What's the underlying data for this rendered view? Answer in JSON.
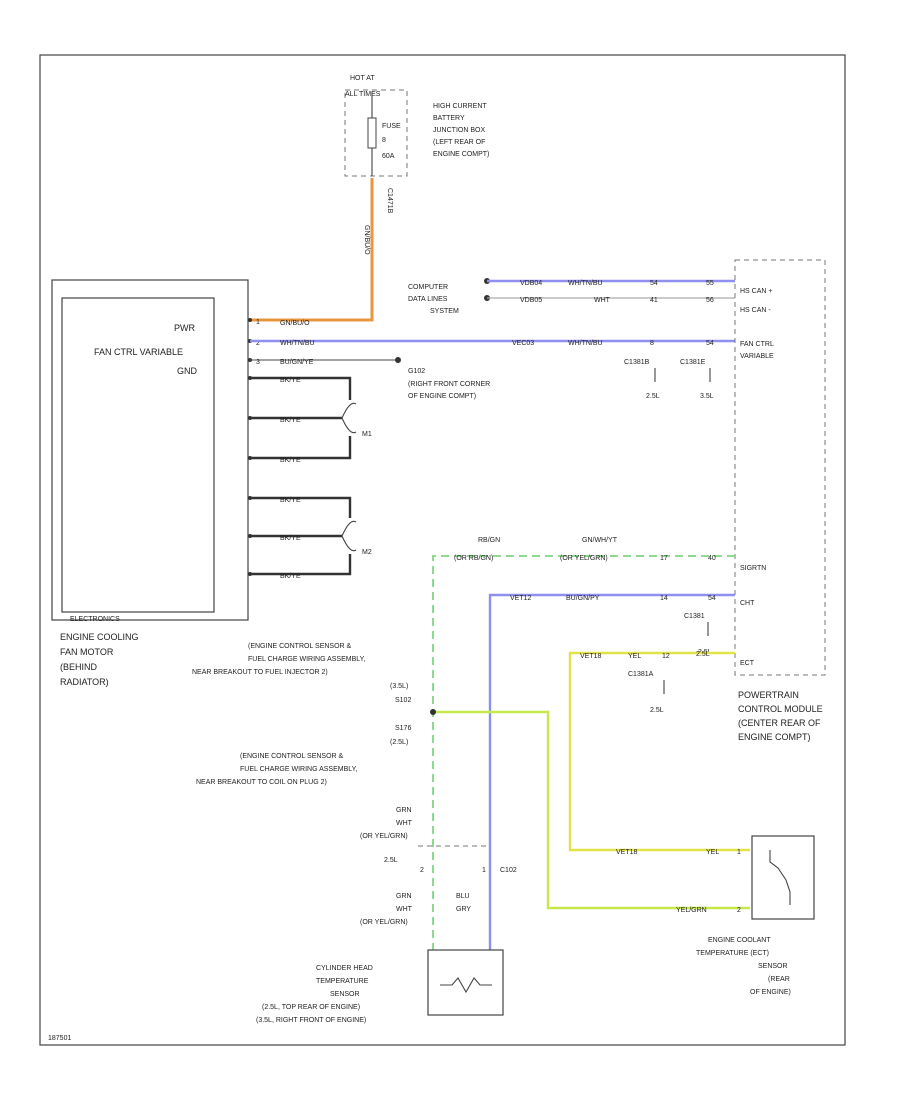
{
  "colors": {
    "orange": "#e8963f",
    "blue": "#8f8ff0",
    "green": "#8fd98f",
    "yellow": "#e2e24a",
    "lime": "#c6e84a",
    "black": "#333333"
  },
  "battery": {
    "hot_at": "HOT AT",
    "all_times": "ALL TIMES",
    "fuse_label": "FUSE",
    "fuse_number": "8",
    "fuse_rating": "60A",
    "junction_box": [
      "HIGH CURRENT",
      "BATTERY",
      "JUNCTION BOX",
      "(LEFT REAR OF",
      "ENGINE COMPT)"
    ],
    "connector_id": "C1471B",
    "wire_color": "GN/BU/O"
  },
  "fan": {
    "labels": [
      "PWR",
      "FAN CTRL VARIABLE",
      "GND"
    ],
    "pwr_wire": "GN/BU/O",
    "ctrl_wire": "WH/TN/BU",
    "gnd_wire": "BU/GN/YE",
    "pin_pwr": "1",
    "pin_ctrl": "2",
    "pin_gnd": "3",
    "short_wires": [
      "BK/YE",
      "BK/YE",
      "BK/YE",
      "BK/YE",
      "BK/YE",
      "BK/YE"
    ],
    "m1": "M1",
    "m2": "M2",
    "electronics": "ELECTRONICS",
    "caption": [
      "ENGINE COOLING",
      "FAN MOTOR",
      "(BEHIND",
      "RADIATOR)"
    ]
  },
  "ground": {
    "id": "G102",
    "location": [
      "(RIGHT FRONT CORNER",
      "OF ENGINE COMPT)"
    ]
  },
  "network": {
    "label": [
      "COMPUTER",
      "DATA LINES",
      "SYSTEM"
    ],
    "circuits": [
      "VDB04",
      "VDB05"
    ],
    "colors": [
      "WH/TN/BU",
      "WHT"
    ],
    "pins_left": [
      "54",
      "41"
    ],
    "pins_right": [
      "55",
      "56"
    ],
    "fan_circuit": "VEC03",
    "fan_color": "WH/TN/BU",
    "fan_pin_left": "8",
    "fan_pin_right": "54"
  },
  "pcm": {
    "hs_can_plus": "HS CAN +",
    "hs_can_minus": "HS CAN -",
    "fan_ctrl": [
      "FAN CTRL",
      "VARIABLE"
    ],
    "c1381b": "C1381B",
    "c1381b_eng": "2.5L",
    "c1381e": "C1381E",
    "c1381e_eng": "3.5L",
    "sig_rtn": "SIGRTN",
    "cht": "CHT",
    "ect": "ECT",
    "c1381": "C1381",
    "c1381_eng": "3.5L",
    "c1381a": "C1381A",
    "c1381a_eng": "2.5L",
    "caption": [
      "POWERTRAIN",
      "CONTROL MODULE",
      "(CENTER REAR OF",
      "ENGINE COMPT)"
    ]
  },
  "sigrtn": {
    "circuit_color": [
      "RB/GN",
      "(OR RB/GN)"
    ],
    "color_top": [
      "GN/WH/YT",
      "(OR YEL/GRN)"
    ],
    "pin_a": "17",
    "pin_b": "40"
  },
  "cht_wire": {
    "circuit": "VET12",
    "color": "BU/GN/PY",
    "pin_a": "14",
    "pin_b": "54"
  },
  "ect_wire": {
    "circuit": "VET18",
    "color": "YEL",
    "pin": "12",
    "pin_b": "2.5L"
  },
  "splices": {
    "s102_text": [
      "(ENGINE CONTROL SENSOR &",
      "FUEL CHARGE WIRING ASSEMBLY,",
      "NEAR BREAKOUT TO FUEL INJECTOR 2)",
      "(3.5L)"
    ],
    "s102_id": "S102",
    "s176_id": "S176",
    "s176_eng": "(2.5L)",
    "s176_text": [
      "(ENGINE CONTROL SENSOR &",
      "FUEL CHARGE WIRING ASSEMBLY,",
      "NEAR BREAKOUT TO COIL ON PLUG 2)"
    ]
  },
  "cht_sensor": {
    "wire_top": [
      "GRN",
      "WHT",
      "(OR YEL/GRN)"
    ],
    "wire_bottom": [
      "GRN",
      "WHT",
      "(OR YEL/GRN)"
    ],
    "eng": "2.5L",
    "blu": "BLU",
    "gry": "GRY",
    "connector": "C102",
    "pin1": "1",
    "pin2": "2",
    "caption": [
      "CYLINDER HEAD",
      "TEMPERATURE",
      "SENSOR",
      "(2.5L, TOP REAR OF ENGINE)",
      "(3.5L, RIGHT FRONT OF ENGINE)"
    ]
  },
  "ect_sensor": {
    "wire1_circuit": "VET18",
    "wire1_color": "YEL",
    "wire2_color": "YEL/GRN",
    "pin1": "1",
    "pin2": "2",
    "caption": [
      "ENGINE COOLANT",
      "TEMPERATURE (ECT)",
      "SENSOR",
      "(REAR",
      "OF ENGINE)"
    ]
  },
  "footer_code": "187501"
}
